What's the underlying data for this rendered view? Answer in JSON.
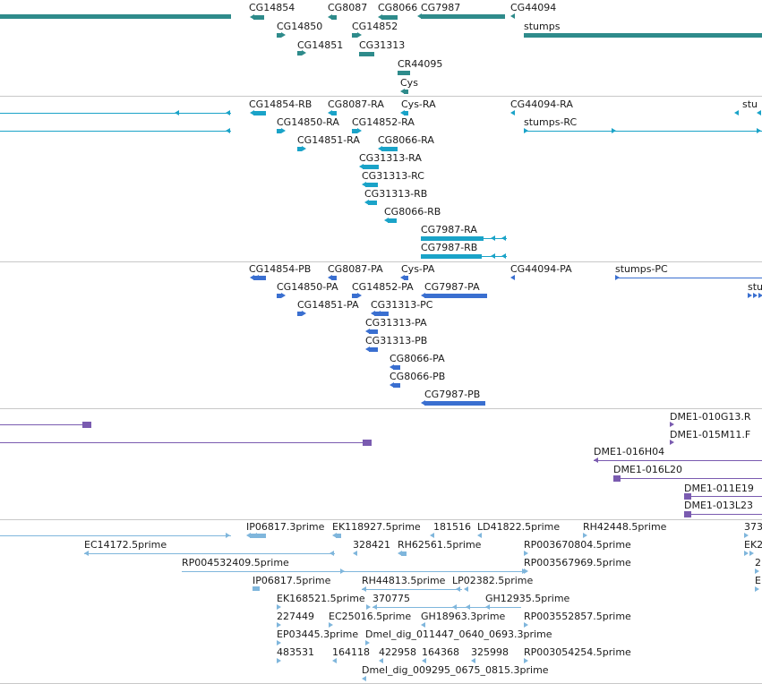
{
  "colors": {
    "gene": "#2e8b8b",
    "transcript": "#1aa3c8",
    "protein": "#3a6fd0",
    "clone": "#7a5bb0",
    "est": "#7fb6dc"
  },
  "tracks": [
    {
      "id": "genes",
      "name": "genes-track"
    },
    {
      "id": "transcripts",
      "name": "transcripts-track"
    },
    {
      "id": "proteins",
      "name": "proteins-track"
    },
    {
      "id": "clones",
      "name": "bac-clones-track"
    },
    {
      "id": "ests",
      "name": "est-track"
    }
  ],
  "features": {
    "genes": [
      "CG14854",
      "CG8087",
      "CG8066",
      "CG7987",
      "CG44094",
      "CG14850",
      "CG14852",
      "stumps",
      "CG14851",
      "CG31313",
      "CR44095",
      "Cys"
    ],
    "transcripts": [
      "CG14854-RB",
      "CG8087-RA",
      "Cys-RA",
      "CG44094-RA",
      "stu",
      "CG14850-RA",
      "CG14852-RA",
      "stumps-RC",
      "CG14851-RA",
      "CG8066-RA",
      "CG31313-RA",
      "CG31313-RC",
      "CG31313-RB",
      "CG8066-RB",
      "CG7987-RA",
      "CG7987-RB"
    ],
    "proteins": [
      "CG14854-PB",
      "CG8087-PA",
      "Cys-PA",
      "CG44094-PA",
      "stumps-PC",
      "CG14850-PA",
      "CG14852-PA",
      "CG7987-PA",
      "stu",
      "CG14851-PA",
      "CG31313-PC",
      "CG31313-PA",
      "CG31313-PB",
      "CG8066-PA",
      "CG8066-PB",
      "CG7987-PB"
    ],
    "clones": [
      "DME1-010G13.R",
      "DME1-015M11.F",
      "DME1-016H04",
      "DME1-016L20",
      "DME1-011E19",
      "DME1-013L23"
    ],
    "ests": [
      "IP06817.3prime",
      "EK118927.5prime",
      "181516",
      "LD41822.5prime",
      "RH42448.5prime",
      "373",
      "EC14172.5prime",
      "328421",
      "RH62561.5prime",
      "RP003670804.5prime",
      "EK2",
      "RP004532409.5prime",
      "RP003567969.5prime",
      "2",
      "IP06817.5prime",
      "RH44813.5prime",
      "LP02382.5prime",
      "El",
      "EK168521.5prime",
      "370775",
      "GH12935.5prime",
      "227449",
      "EC25016.5prime",
      "GH18963.3prime",
      "RP003552857.5prime",
      "EP03445.3prime",
      "Dmel_dig_011447_0640_0693.3prime",
      "483531",
      "164118",
      "422958",
      "164368",
      "325998",
      "RP003054254.5prime",
      "Dmel_dig_009295_0675_0815.3prime"
    ]
  }
}
